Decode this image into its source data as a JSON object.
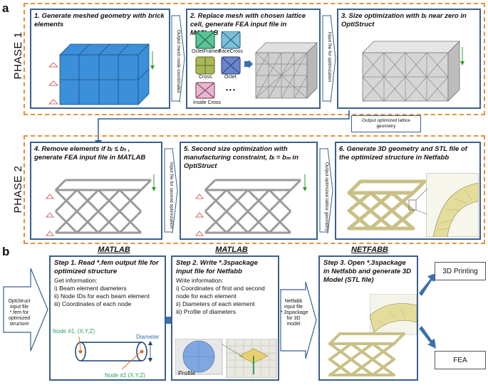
{
  "panel_a": {
    "label": "a"
  },
  "panel_b": {
    "label": "b"
  },
  "phase1": {
    "label": "PHASE 1"
  },
  "phase2": {
    "label": "PHASE 2"
  },
  "step1": {
    "title": "1. Generate meshed geometry with brick elements"
  },
  "step2": {
    "title": "2. Replace mesh with chosen lattice cell, generate FEA input file in MATLAB",
    "cells": [
      "OctetFramed",
      "FaceCross",
      "Cross",
      "Octet",
      "Inside Cross"
    ],
    "more": "• • •"
  },
  "step3": {
    "title": "3. Size optimization with bᵢ near zero in OptiStruct"
  },
  "step4": {
    "title": "4. Remove elements if bᵢ ≤ bₜ , generate FEA input file in MATLAB"
  },
  "step5": {
    "title": "5. Second size optimization with manufacturing constraint, bᵢ = bₘ in OptiStruct"
  },
  "step6": {
    "title": "6. Generate 3D geometry and STL file of the optimized structure in Netfabb"
  },
  "arrows": {
    "a12": "Output mesh node coordinates",
    "a23": "Input file for optimization",
    "a3down": "Output optimized lattice geometry",
    "a45": "Input file for second optimization",
    "a56": "Output optimized lattice geometry"
  },
  "b": {
    "input_arrow": "OptiStruct input file *.fem for optimized structure",
    "matlab1_header": "MATLAB",
    "matlab2_header": "MATLAB",
    "netfabb_header": "NETFABB",
    "s1_title": "Step 1. Read *.fem output file for optimized structure",
    "s1_lines": [
      "Get information:",
      "i) Beam element diameters",
      "ii) Node IDs for each beam element",
      "iii) Coordinates of each node"
    ],
    "node1": "Node #1, (X,Y,Z)",
    "node2": "Node #2 (X,Y,Z)",
    "diameter": "Diameter",
    "s2_title": "Step 2. Write *.3spackage input file for Netfabb",
    "s2_lines": [
      "Write information:",
      "i) Coordinates of first and second node for each element",
      "ii) Diameters of each element",
      "iii) Profile of diameters"
    ],
    "profile": "Profile",
    "netfabb_arrow": "Netfabb input file *.3spackage for 3D model",
    "s3_title": "Step 3. Open *.3spackage in Netfabb and generate 3D Model (STL file)",
    "out1": "3D Printing",
    "out2": "FEA"
  }
}
